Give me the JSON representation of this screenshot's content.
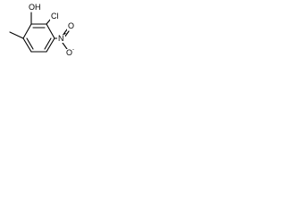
{
  "structure": {
    "atoms": {
      "hydroxyl": "OH",
      "chloro": "Cl",
      "nitro_nitrogen": "N",
      "nitro_oxygen_top": "O",
      "nitro_oxygen_bottom": "O"
    },
    "charges": {
      "nitro_nitrogen_plus": "+",
      "nitro_oxygen_minus": "-"
    }
  },
  "colors": {
    "bond": "#000000",
    "background": "#ffffff"
  }
}
